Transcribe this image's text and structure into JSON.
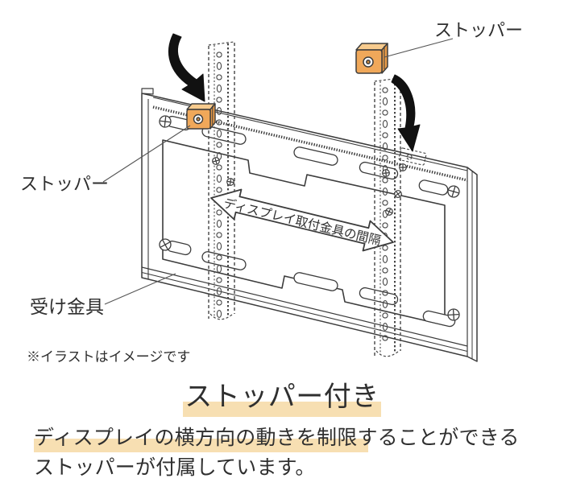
{
  "illustration": {
    "stopper_label_top": "ストッパー",
    "stopper_label_left": "ストッパー",
    "bracket_label": "受け金具",
    "arrow_label": "ディスプレイ取付金具の間隔",
    "note": "※イラストはイメージです"
  },
  "caption": {
    "title": "ストッパー付き",
    "line1_highlighted": "ディスプレイの横方向の動きを制限",
    "line1_rest": "することができる",
    "line2": "ストッパーが付属しています。"
  },
  "colors": {
    "highlight": "#f7dfb2",
    "stopper_front": "#f0a85a",
    "stopper_top": "#f7cb8e",
    "stopper_side": "#e89b49",
    "line": "#3c3c3c"
  }
}
